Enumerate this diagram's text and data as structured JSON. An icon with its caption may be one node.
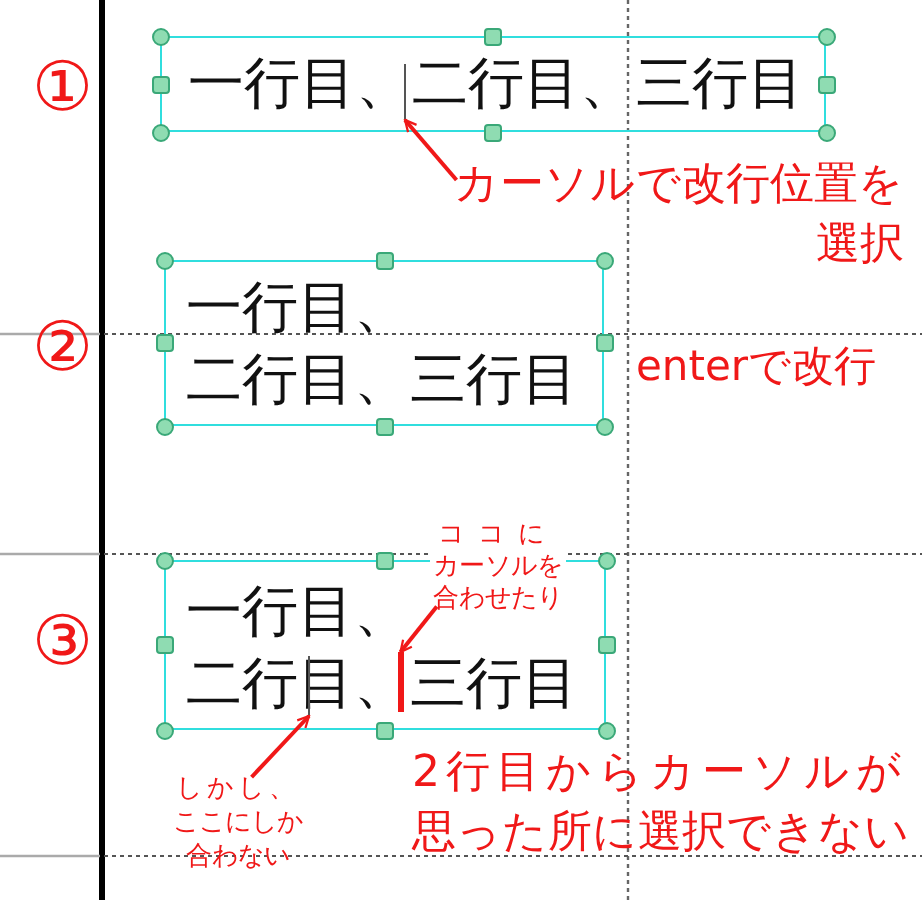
{
  "diagram": {
    "nodes": [
      {
        "text": [
          "一行目、二行目、三行目"
        ]
      },
      {
        "text": [],
        "shape": "bar",
        "in": 0
      },
      {
        "text": [
          "一行目、",
          "二行目、三行目"
        ],
        "beside": [
          "enterで改行"
        ]
      },
      {
        "text": [
          "一行目、",
          "二行目、三行目"
        ]
      },
      {
        "text": [],
        "shape": "bar",
        "in": 3
      },
      {
        "text": [],
        "shape": "bar",
        "in": 3
      },
      {
        "text": [
          "カーソルで改行位置を選択"
        ]
      },
      {
        "text": [
          "ココにカーソルを合わせたり"
        ]
      },
      {
        "text": [
          "しかし、ここにしか合わない"
        ]
      }
    ],
    "edges": [
      {
        "from": 6,
        "to": 1,
        "arrow": "to"
      },
      {
        "from": 7,
        "to": 5,
        "arrow": "to"
      },
      {
        "from": 8,
        "to": 4,
        "arrow": "to"
      }
    ],
    "labels": [
      "①",
      "②",
      "③",
      "2行目からカーソルが思った所に選択できない"
    ]
  }
}
